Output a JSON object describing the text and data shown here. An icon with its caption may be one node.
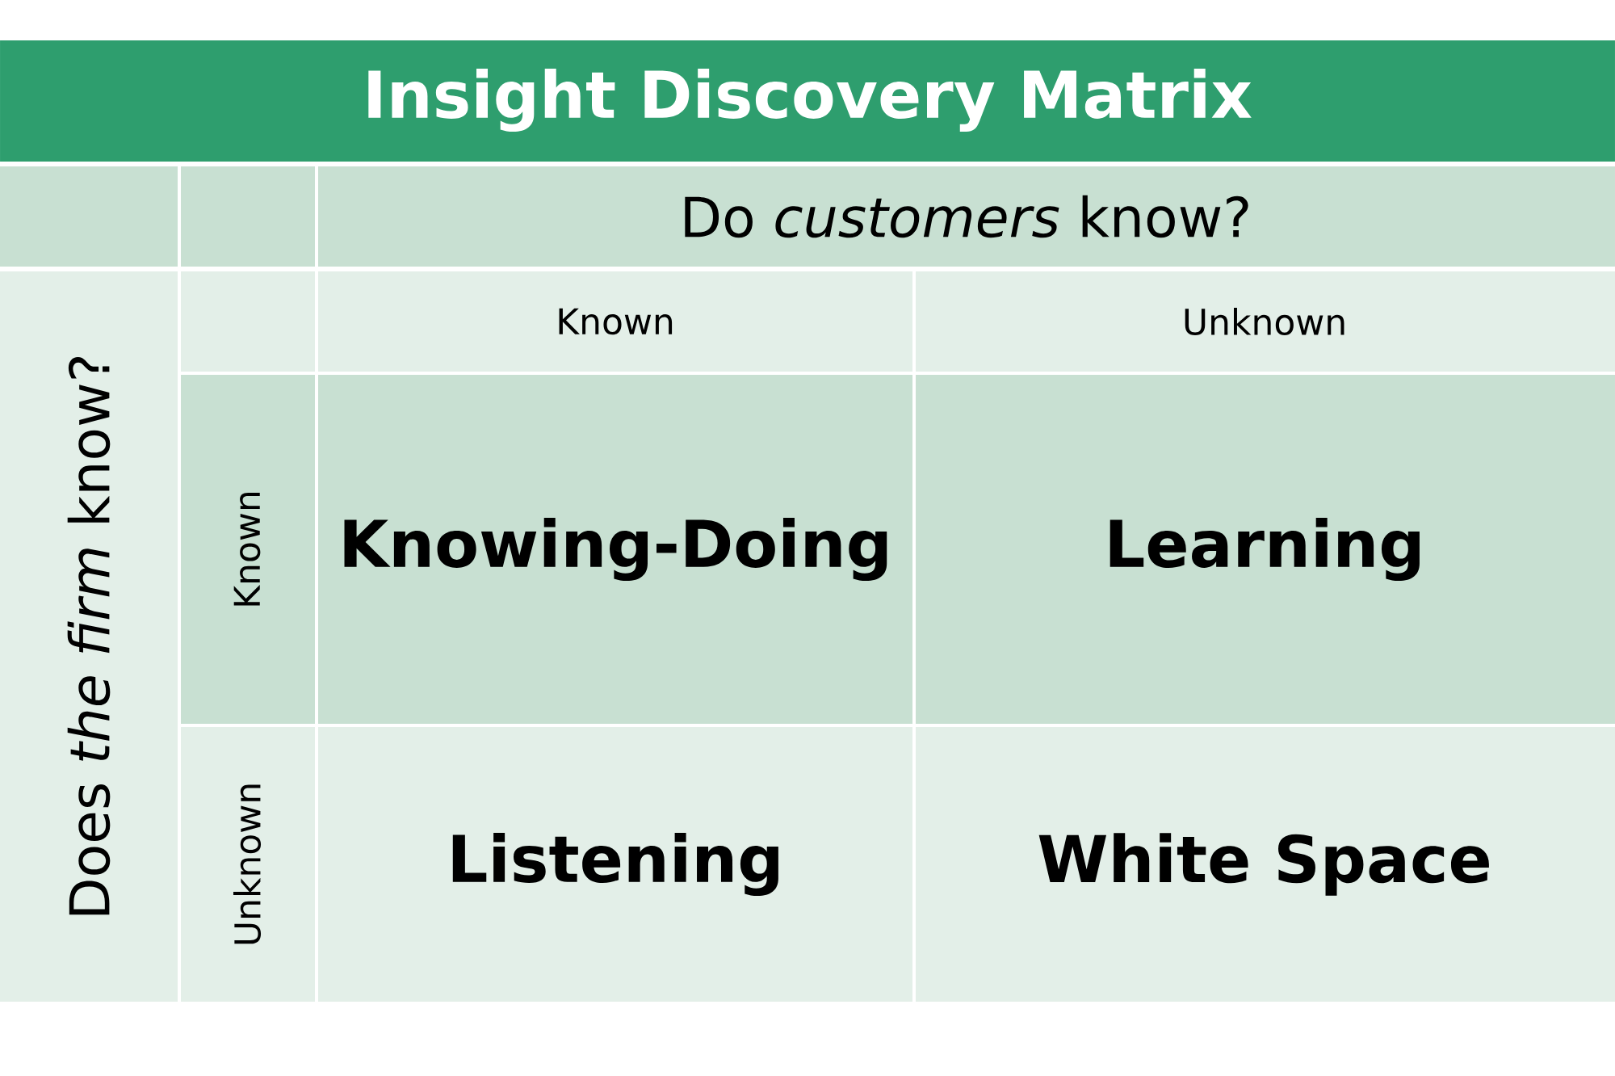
{
  "diagram": {
    "title": "Insight Discovery Matrix",
    "labels": [
      "Do *customers* know?",
      "Known",
      "Unknown",
      "Does *the firm* know?",
      "Known",
      "Knowing-Doing",
      "Learning",
      "Unknown",
      "Listening",
      "White Space"
    ]
  }
}
